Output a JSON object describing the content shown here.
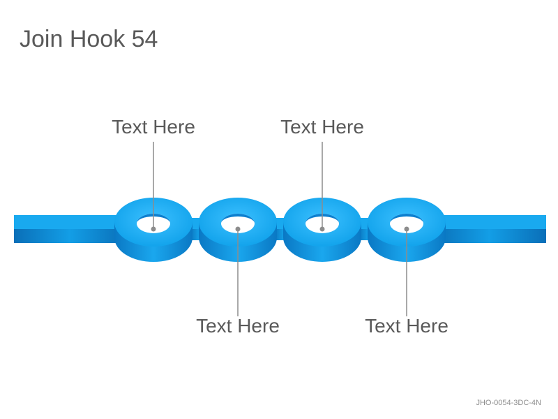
{
  "title": "Join Hook 54",
  "labels": [
    {
      "text": "Text Here"
    },
    {
      "text": "Text Here"
    },
    {
      "text": "Text Here"
    },
    {
      "text": "Text Here"
    }
  ],
  "footer": "JHO-0054-3DC-4N",
  "colors": {
    "ring_top": "#15a8ee",
    "ring_side": "#0b84d6",
    "bar_top": "#19a9ef",
    "bar_side": "#0a7cc9",
    "leader": "#8c8c8c",
    "text": "#595959"
  }
}
